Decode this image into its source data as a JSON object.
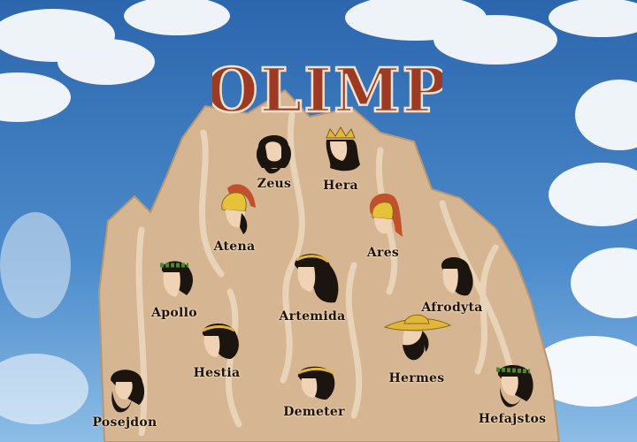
{
  "title": "OLIMP",
  "colors": {
    "sky_top": "#2f6fb8",
    "sky_bottom": "#8fc0e8",
    "mountain": "#d8b996",
    "mountain_light": "#ead4b8",
    "title_fill": "#9c3a24",
    "title_stroke": "#f4e2cc"
  },
  "gods": [
    {
      "id": "zeus",
      "name": "Zeus",
      "headwear": "none",
      "beard": true
    },
    {
      "id": "hera",
      "name": "Hera",
      "headwear": "crown",
      "beard": false
    },
    {
      "id": "atena",
      "name": "Atena",
      "headwear": "helmet",
      "beard": false
    },
    {
      "id": "ares",
      "name": "Ares",
      "headwear": "helmet",
      "beard": false
    },
    {
      "id": "apollo",
      "name": "Apollo",
      "headwear": "laurel",
      "beard": false
    },
    {
      "id": "artemida",
      "name": "Artemida",
      "headwear": "band",
      "beard": false
    },
    {
      "id": "afrodyta",
      "name": "Afrodyta",
      "headwear": "none",
      "beard": false
    },
    {
      "id": "hestia",
      "name": "Hestia",
      "headwear": "band",
      "beard": false
    },
    {
      "id": "hermes",
      "name": "Hermes",
      "headwear": "petasos",
      "beard": true
    },
    {
      "id": "posejdon",
      "name": "Posejdon",
      "headwear": "none",
      "beard": true
    },
    {
      "id": "demeter",
      "name": "Demeter",
      "headwear": "band",
      "beard": false
    },
    {
      "id": "hefajstos",
      "name": "Hefajstos",
      "headwear": "laurel",
      "beard": true
    }
  ]
}
